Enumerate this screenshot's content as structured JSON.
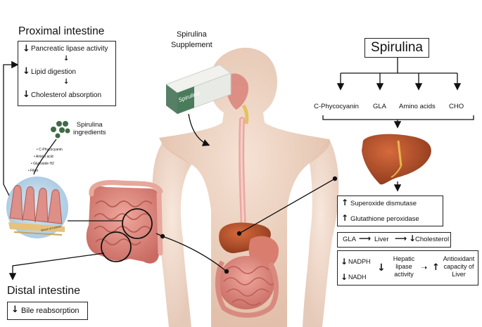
{
  "proximal": {
    "title": "Proximal intestine",
    "items": [
      "Pancreatic lipase activity",
      "Lipid digestion",
      "Cholesterol absorption"
    ]
  },
  "ingredients": {
    "title_line1": "Spirulina",
    "title_line2": "ingredients",
    "list": [
      "C-Phycocyanin",
      "Amino acid",
      "Glycoside H2",
      "Fiber"
    ]
  },
  "villi_label": "Blood circulation",
  "supplement": {
    "line1": "Spirulina",
    "line2": "Supplement",
    "box_label": "Spirulina"
  },
  "spirulina": {
    "title": "Spirulina",
    "components": [
      "C-Phycocyanin",
      "GLA",
      "Amino acids",
      "CHO"
    ]
  },
  "enzymes": [
    "Superoxide dismutase",
    "Glutathione peroxidase"
  ],
  "gla_chain": {
    "a": "GLA",
    "b": "Liver",
    "c": "Cholesterol"
  },
  "nadph": {
    "in1": "NADPH",
    "in2": "NADH",
    "mid": [
      "Hepatic",
      "lipase",
      "activity"
    ],
    "out": [
      "Antioxidant",
      "capacity of",
      "Liver"
    ]
  },
  "distal": {
    "title": "Distal intestine",
    "item": "Bile reabsorption"
  },
  "icons": {
    "down": "arrow-down-icon",
    "up": "arrow-up-icon",
    "right": "arrow-right-icon"
  },
  "colors": {
    "skin": "#e9c9b3",
    "intestine": "#d9847c",
    "liver": "#b9502e",
    "dots": "#3f6b47"
  }
}
